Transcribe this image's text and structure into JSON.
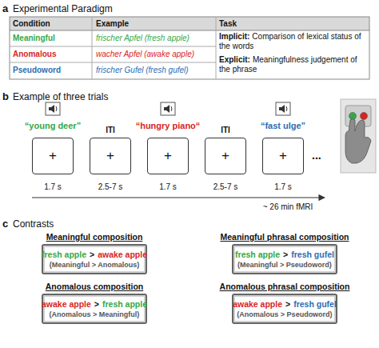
{
  "diagram": {
    "nodes": [
      {
        "text": [
          "+"
        ]
      },
      {
        "text": [
          "+"
        ]
      },
      {
        "text": [
          "+"
        ]
      },
      {
        "text": [
          "+"
        ]
      },
      {
        "text": [
          "+"
        ]
      },
      {
        "text": [
          "Meaningful composition",
          "fresh apple",
          ">",
          "awake apple",
          "(Meaningful > Anomalous)"
        ]
      },
      {
        "text": [
          "Meaningful phrasal composition",
          "fresh apple",
          ">",
          "fresh gufel",
          "(Meaningful > Pseudoword)"
        ]
      },
      {
        "text": [
          "Anomalous composition",
          "awake apple",
          ">",
          "fresh apple",
          "(Anomalous > Meaningful)"
        ]
      },
      {
        "text": [
          "Anomalous phrasal composition",
          "awake apple",
          ">",
          "fresh gufel",
          "(Anomalous > Pseudoword)"
        ]
      }
    ],
    "labels": [
      "a",
      "Experimental Paradigm",
      "Condition",
      "Example",
      "Task",
      "Meaningful",
      "frischer Apfel (fresh apple)",
      "Anomalous",
      "wacher Apfel (awake apple)",
      "Pseudoword",
      "frischer Gufel (fresh gufel)",
      "Implicit:",
      "Comparison of lexical status of the words",
      "Explicit:",
      "Meaningfulness judgement of the phrase",
      "b",
      "Example of three trials",
      "“young deer”",
      "ITI",
      "“hungry piano“",
      "ITI",
      "“fast ulge”",
      "1.7 s",
      "2.5-7 s",
      "1.7 s",
      "2.5-7 s",
      "1.7 s",
      "~ 26 min fMRI",
      "...",
      "c",
      "Contrasts"
    ]
  }
}
